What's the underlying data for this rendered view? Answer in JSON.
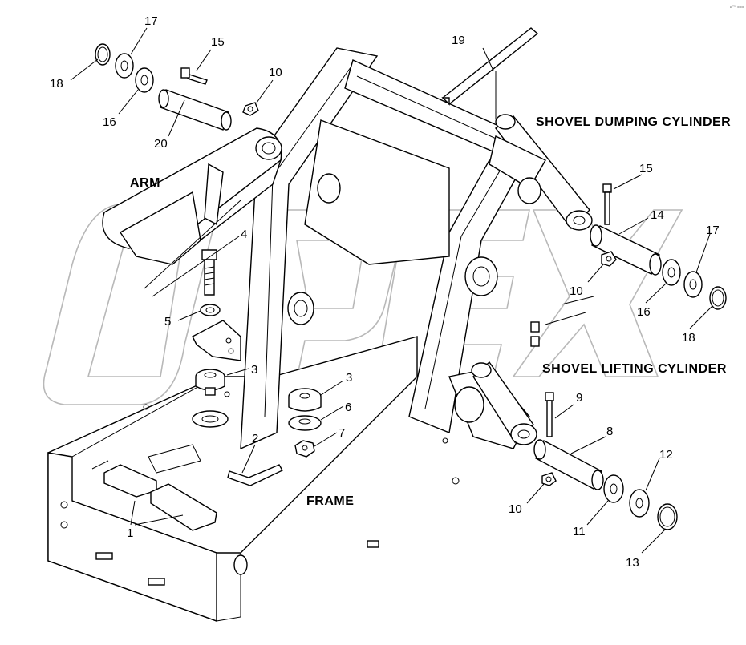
{
  "watermark": {
    "text": "OPEX"
  },
  "corner_mark": "a™ ≡≡≡",
  "titles": {
    "arm": "ARM",
    "frame": "FRAME",
    "shovel_dumping_cylinder": "SHOVEL DUMPING CYLINDER",
    "shovel_lifting_cylinder": "SHOVEL LIFTING CYLINDER"
  },
  "callouts": {
    "c1": "1",
    "c2": "2",
    "c3a": "3",
    "c3b": "3",
    "c4": "4",
    "c5": "5",
    "c6": "6",
    "c7": "7",
    "c8": "8",
    "c9": "9",
    "c10a": "10",
    "c10b": "10",
    "c10c": "10",
    "c11": "11",
    "c12": "12",
    "c13": "13",
    "c14": "14",
    "c15a": "15",
    "c15b": "15",
    "c16a": "16",
    "c16b": "16",
    "c17a": "17",
    "c17b": "17",
    "c18a": "18",
    "c18b": "18",
    "c19": "19",
    "c20": "20"
  }
}
